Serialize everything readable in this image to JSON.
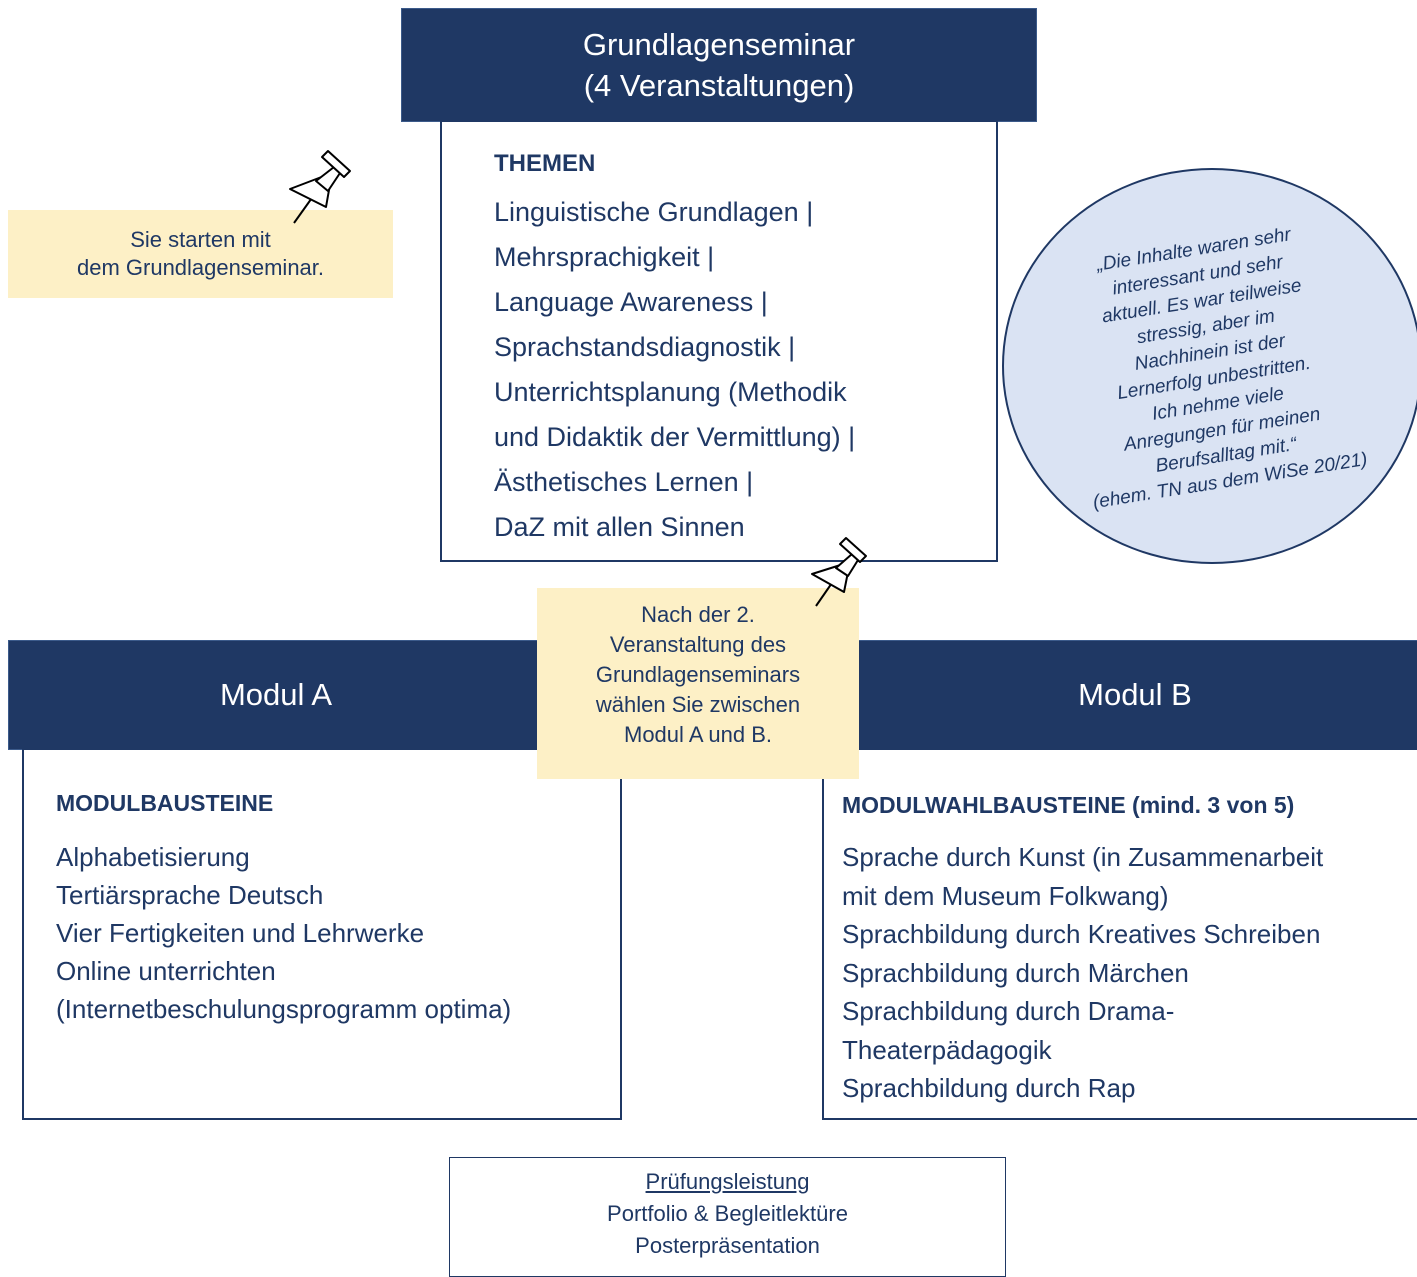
{
  "grundlagenseminar": {
    "title_line1": "Grundlagenseminar",
    "title_line2": "(4 Veranstaltungen)",
    "themen_heading": "THEMEN",
    "themen": [
      "Linguistische Grundlagen |",
      "Mehrsprachigkeit |",
      "Language Awareness |",
      "Sprachstandsdiagnostik  |",
      "Unterrichtsplanung (Methodik",
      "und Didaktik der Vermittlung) |",
      "Ästhetisches Lernen  |",
      "DaZ mit allen Sinnen"
    ]
  },
  "notes": {
    "start": [
      "Sie starten mit",
      "dem Grundlagenseminar."
    ],
    "choice": [
      "Nach der 2.",
      "Veranstaltung des",
      "Grundlagenseminars",
      "wählen Sie zwischen",
      "Modul A und B."
    ]
  },
  "quote": {
    "lines": [
      "„Die Inhalte waren sehr",
      "interessant und sehr",
      "aktuell. Es war teilweise",
      "stressig, aber im",
      "Nachhinein ist der",
      "Lernerfolg unbestritten.",
      "Ich nehme viele",
      "Anregungen für meinen",
      "Berufsalltag mit.“",
      "(ehem. TN aus dem WiSe 20/21)"
    ]
  },
  "modul_a": {
    "title": "Modul A",
    "heading": "MODULBAUSTEINE",
    "items": [
      "Alphabetisierung",
      "Tertiärsprache Deutsch",
      "Vier Fertigkeiten und Lehrwerke",
      "Online unterrichten",
      "(Internetbeschulungsprogramm optima)"
    ]
  },
  "modul_b": {
    "title": "Modul B",
    "heading": "MODULWAHLBAUSTEINE (mind. 3 von 5)",
    "items": [
      "Sprache durch Kunst (in Zusammenarbeit",
      "mit dem Museum Folkwang)",
      "Sprachbildung durch Kreatives Schreiben",
      "Sprachbildung durch Märchen",
      "Sprachbildung durch Drama-",
      "Theaterpädagogik",
      "Sprachbildung durch Rap"
    ]
  },
  "pruefung": {
    "title": "Prüfungsleistung",
    "items": [
      "Portfolio & Begleitlektüre",
      "Posterpräsentation"
    ]
  },
  "colors": {
    "navy": "#1f3864",
    "note": "#fdf0c6",
    "quote_bg": "#dae3f3"
  },
  "icons": {
    "pin": "pushpin-icon"
  }
}
